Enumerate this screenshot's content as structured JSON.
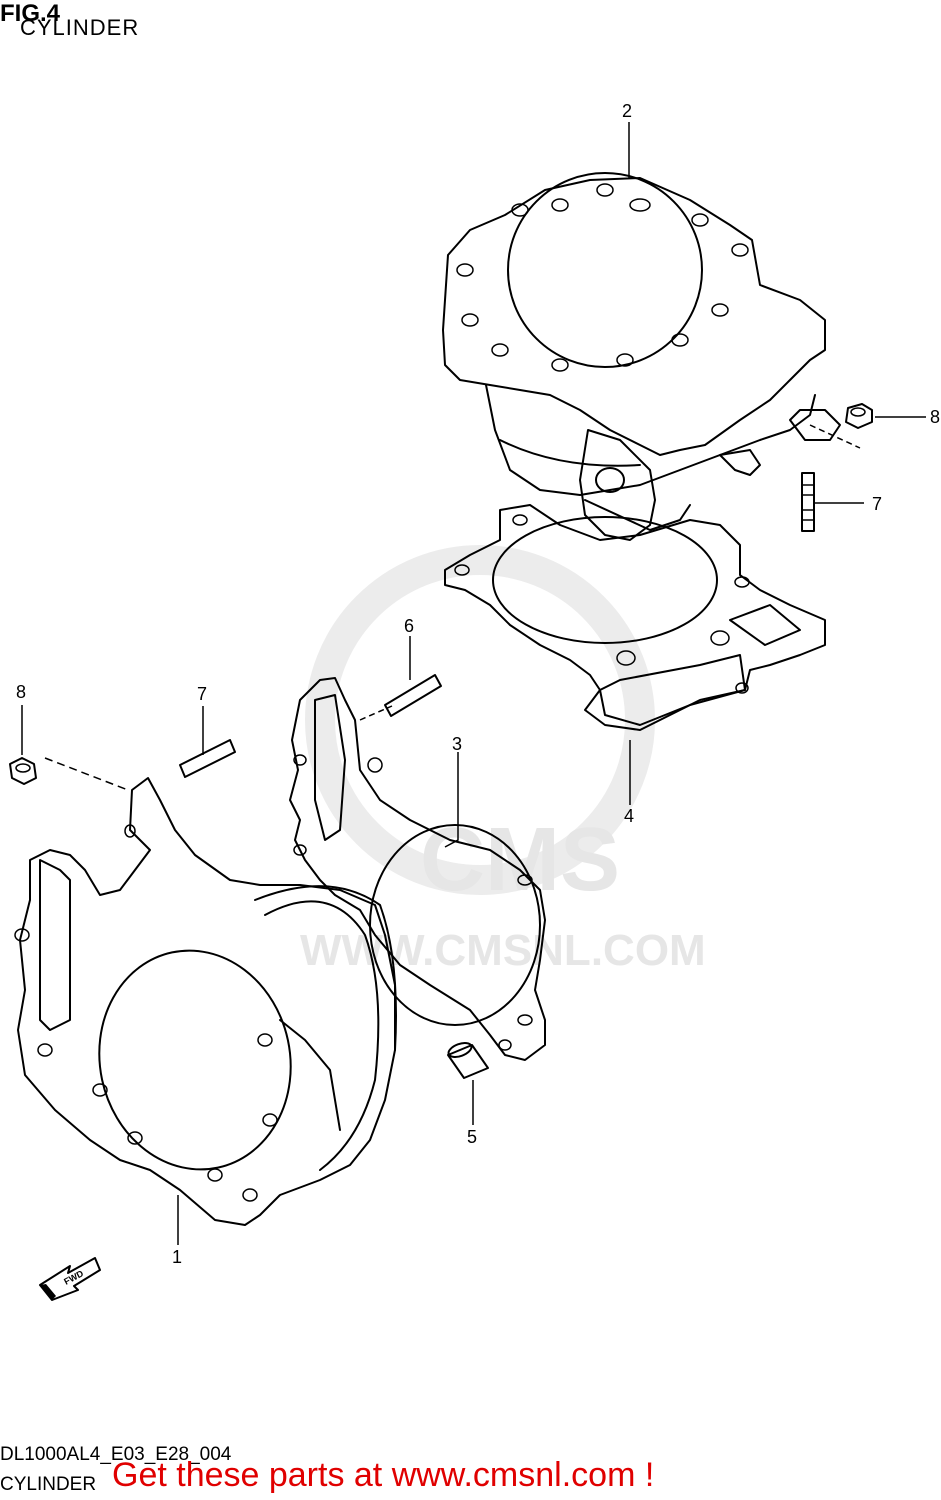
{
  "figure": {
    "number": "FIG.4",
    "title": "CYLINDER"
  },
  "footer": {
    "code": "DL1000AL4_E03_E28_004",
    "title": "CYLINDER",
    "promo": "Get these parts at www.cmsnl.com !"
  },
  "watermark": {
    "brand": "CMS",
    "url": "WWW.CMSNL.COM"
  },
  "fwd_label": "FWD",
  "callouts": [
    {
      "id": "2",
      "label": "2"
    },
    {
      "id": "8a",
      "label": "8"
    },
    {
      "id": "7a",
      "label": "7"
    },
    {
      "id": "6",
      "label": "6"
    },
    {
      "id": "8b",
      "label": "8"
    },
    {
      "id": "7b",
      "label": "7"
    },
    {
      "id": "3",
      "label": "3"
    },
    {
      "id": "4",
      "label": "4"
    },
    {
      "id": "5",
      "label": "5"
    },
    {
      "id": "1",
      "label": "1"
    }
  ]
}
